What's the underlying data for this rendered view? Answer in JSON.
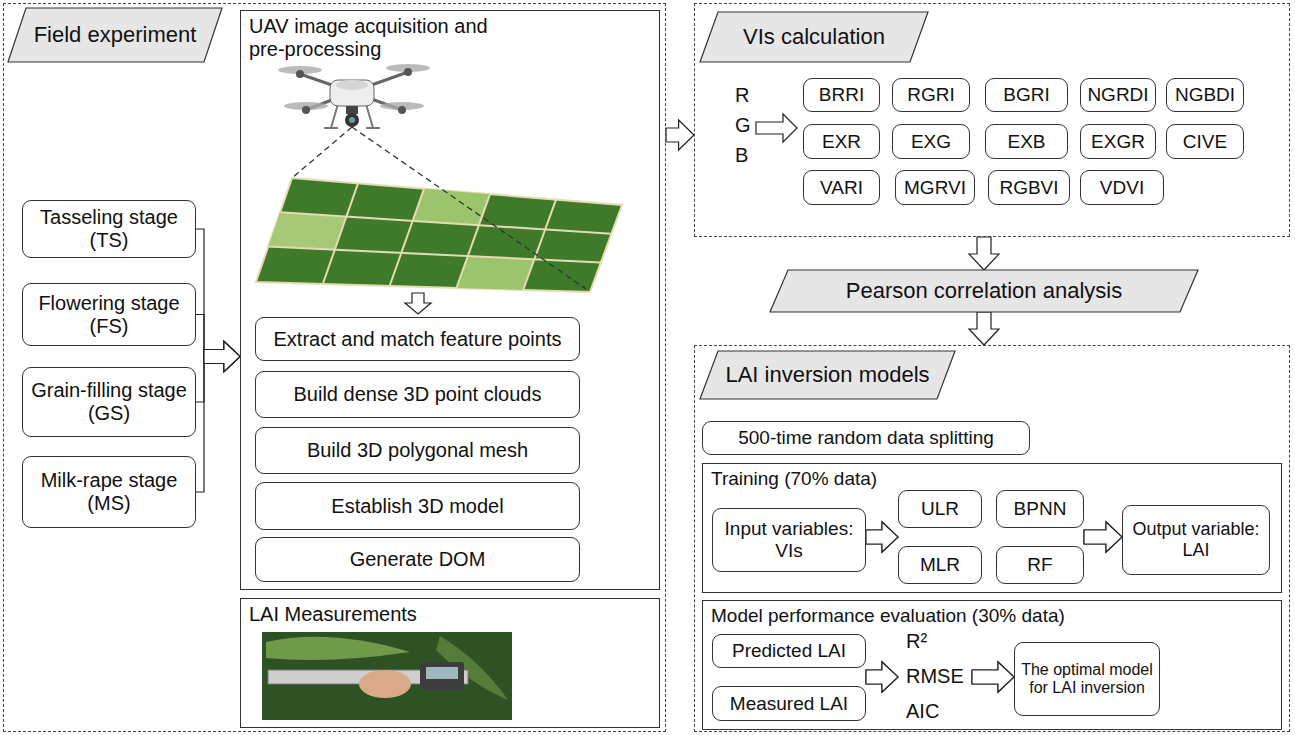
{
  "diagram": {
    "nodes": [
      {
        "text": [
          "Field experiment"
        ]
      },
      {
        "text": [
          "Tasseling stage (TS)"
        ],
        "in": 0
      },
      {
        "text": [
          "Flowering stage (FS)"
        ],
        "in": 0
      },
      {
        "text": [
          "Grain-filling stage (GS)"
        ],
        "in": 0
      },
      {
        "text": [
          "Milk-rape stage (MS)"
        ],
        "in": 0
      },
      {
        "text": [
          "UAV image acquisition and pre-processing"
        ],
        "in": 0
      },
      {
        "text": [
          "Extract and match feature points"
        ],
        "in": 5
      },
      {
        "text": [
          "Build dense 3D point clouds"
        ],
        "in": 5
      },
      {
        "text": [
          "Build 3D polygonal mesh"
        ],
        "in": 5
      },
      {
        "text": [
          "Establish 3D model"
        ],
        "in": 5
      },
      {
        "text": [
          "Generate DOM"
        ],
        "in": 5
      },
      {
        "text": [
          "LAI Measurements"
        ],
        "in": 0
      },
      {
        "text": [
          "VIs calculation"
        ]
      },
      {
        "text": [
          "BRRI"
        ],
        "in": 12
      },
      {
        "text": [
          "RGRI"
        ],
        "in": 12
      },
      {
        "text": [
          "BGRI"
        ],
        "in": 12
      },
      {
        "text": [
          "NGRDI"
        ],
        "in": 12
      },
      {
        "text": [
          "NGBDI"
        ],
        "in": 12
      },
      {
        "text": [
          "EXR"
        ],
        "in": 12
      },
      {
        "text": [
          "EXG"
        ],
        "in": 12
      },
      {
        "text": [
          "EXB"
        ],
        "in": 12
      },
      {
        "text": [
          "EXGR"
        ],
        "in": 12
      },
      {
        "text": [
          "CIVE"
        ],
        "in": 12
      },
      {
        "text": [
          "VARI"
        ],
        "in": 12
      },
      {
        "text": [
          "MGRVI"
        ],
        "in": 12
      },
      {
        "text": [
          "RGBVI"
        ],
        "in": 12
      },
      {
        "text": [
          "VDVI"
        ],
        "in": 12
      },
      {
        "text": [
          "Pearson correlation analysis"
        ]
      },
      {
        "text": [
          "LAI inversion models"
        ]
      },
      {
        "text": [
          "500-time random data splitting"
        ],
        "in": 28
      },
      {
        "text": [
          "Training (70% data)"
        ],
        "in": 28
      },
      {
        "text": [
          "Input variables: VIs"
        ],
        "in": 30
      },
      {
        "text": [
          "ULR"
        ],
        "in": 30
      },
      {
        "text": [
          "BPNN"
        ],
        "in": 30
      },
      {
        "text": [
          "MLR"
        ],
        "in": 30
      },
      {
        "text": [
          "RF"
        ],
        "in": 30
      },
      {
        "text": [
          "Output variable: LAI"
        ],
        "in": 30
      },
      {
        "text": [
          "Model performance evaluation (30% data)"
        ],
        "in": 28
      },
      {
        "text": [
          "Predicted LAI"
        ],
        "in": 37
      },
      {
        "text": [
          "Measured LAI"
        ],
        "in": 37
      },
      {
        "text": [
          "The optimal model for LAI inversion"
        ],
        "in": 37
      }
    ],
    "edges": [
      {
        "from": 1,
        "to": 5,
        "arrow": "to"
      },
      {
        "from": 2,
        "to": 5,
        "arrow": "to"
      },
      {
        "from": 3,
        "to": 5,
        "arrow": "to"
      },
      {
        "from": 4,
        "to": 5,
        "arrow": "to"
      },
      {
        "from": 0,
        "to": 12,
        "arrow": "to"
      },
      {
        "from": 12,
        "to": 27,
        "arrow": "to"
      },
      {
        "from": 27,
        "to": 28,
        "arrow": "to"
      },
      {
        "from": 31,
        "to": 32,
        "arrow": "to"
      },
      {
        "from": 31,
        "to": 34,
        "arrow": "to"
      },
      {
        "from": 33,
        "to": 36,
        "arrow": "to"
      },
      {
        "from": 35,
        "to": 36,
        "arrow": "to"
      },
      {
        "from": 38,
        "to": 40,
        "arrow": "to"
      },
      {
        "from": 39,
        "to": 40,
        "arrow": "to"
      }
    ],
    "labels": [
      "R",
      "G",
      "B",
      "R²",
      "RMSE",
      "AIC"
    ]
  }
}
